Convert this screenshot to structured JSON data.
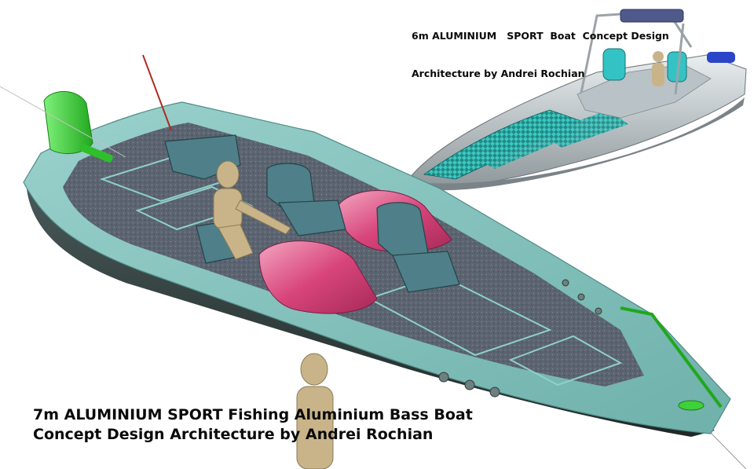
{
  "small_caption": {
    "line1": "6m ALUMINIUM   SPORT  Boat  Concept Design",
    "line2": "Architecture by Andrei Rochian"
  },
  "big_caption": {
    "line1": "7m ALUMINIUM SPORT Fishing Aluminium Bass Boat",
    "line2": "Concept Design Architecture by Andrei Rochian"
  },
  "colors": {
    "hull_teal": "#7fbdb8",
    "deck_carpet": "#5d6670",
    "console_pink": "#d8457a",
    "seat_teal": "#4f7f88",
    "motor_green": "#3ed13a",
    "mannequin_tan": "#c9b48a"
  }
}
